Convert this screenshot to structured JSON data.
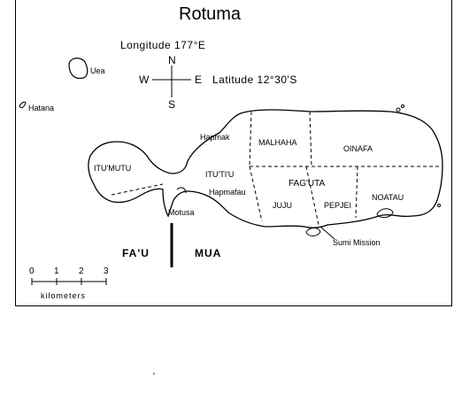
{
  "map": {
    "title": "Rotuma",
    "longitude": "Longitude 177°E",
    "latitude": "Latitude 12°30'S",
    "compass": {
      "n": "N",
      "s": "S",
      "e": "E",
      "w": "W"
    },
    "islets": {
      "uea": "Uea",
      "hatana": "Hatana"
    },
    "districts": {
      "itumutu": "ITU'MUTU",
      "malhaha": "MALHAHA",
      "oinafa": "OINAFA",
      "itutiu": "ITU'TI'U",
      "faguta": "FAG'UTA",
      "noatau": "NOATAU",
      "juju": "JUJU",
      "pepjei": "PEPJEI"
    },
    "places": {
      "hapmak": "Hapmak",
      "hapmafau": "Hapmafau",
      "motusa": "Motusa",
      "sumi_mission": "Sumi Mission"
    },
    "regions": {
      "fau": "FA'U",
      "mua": "MUA"
    },
    "scale": {
      "ticks": [
        "0",
        "1",
        "2",
        "3"
      ],
      "unit": "kilometers"
    }
  }
}
